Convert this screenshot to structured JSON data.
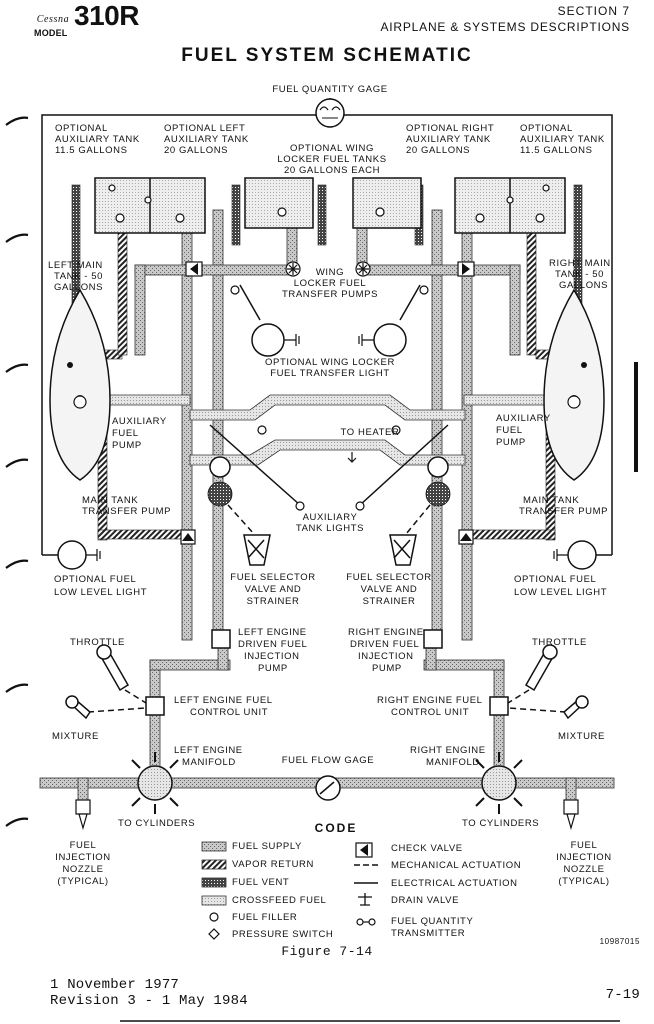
{
  "header": {
    "brand": "Cessna",
    "model_word": "MODEL",
    "model_number": "310R",
    "section": "SECTION 7",
    "section_title": "AIRPLANE & SYSTEMS DESCRIPTIONS"
  },
  "diagram": {
    "title": "FUEL SYSTEM SCHEMATIC",
    "labels": {
      "fuel_quantity_gage": "FUEL QUANTITY GAGE",
      "opt_aux_left_1": "OPTIONAL",
      "opt_aux_left_2": "AUXILIARY TANK",
      "opt_aux_left_3": "11.5 GALLONS",
      "opt_left_aux_1": "OPTIONAL LEFT",
      "opt_left_aux_2": "AUXILIARY TANK",
      "opt_left_aux_3": "20 GALLONS",
      "wing_locker_1": "OPTIONAL WING",
      "wing_locker_2": "LOCKER FUEL TANKS",
      "wing_locker_3": "20 GALLONS EACH",
      "opt_right_aux_1": "OPTIONAL RIGHT",
      "opt_right_aux_2": "AUXILIARY TANK",
      "opt_right_aux_3": "20 GALLONS",
      "opt_aux_right_1": "OPTIONAL",
      "opt_aux_right_2": "AUXILIARY TANK",
      "opt_aux_right_3": "11.5 GALLONS",
      "left_main_1": "LEFT MAIN",
      "left_main_2": "TANK - 50",
      "left_main_3": "GALLONS",
      "right_main_1": "RIGHT MAIN",
      "right_main_2": "TANK - 50",
      "right_main_3": "GALLONS",
      "wing_pumps_1": "WING",
      "wing_pumps_2": "LOCKER FUEL",
      "wing_pumps_3": "TRANSFER PUMPS",
      "wl_light_1": "OPTIONAL WING LOCKER",
      "wl_light_2": "FUEL TRANSFER LIGHT",
      "aux_pump_l_1": "AUXILIARY",
      "aux_pump_l_2": "FUEL",
      "aux_pump_l_3": "PUMP",
      "aux_pump_r_1": "AUXILIARY",
      "aux_pump_r_2": "FUEL",
      "aux_pump_r_3": "PUMP",
      "to_heater": "TO HEATER",
      "main_xfer_l_1": "MAIN TANK",
      "main_xfer_l_2": "TRANSFER PUMP",
      "main_xfer_r_1": "MAIN TANK",
      "main_xfer_r_2": "TRANSFER PUMP",
      "aux_lights_1": "AUXILIARY",
      "aux_lights_2": "TANK LIGHTS",
      "low_level_l_1": "OPTIONAL FUEL",
      "low_level_l_2": "LOW LEVEL LIGHT",
      "low_level_r_1": "OPTIONAL FUEL",
      "low_level_r_2": "LOW LEVEL LIGHT",
      "selector_l_1": "FUEL SELECTOR",
      "selector_l_2": "VALVE AND",
      "selector_l_3": "STRAINER",
      "selector_r_1": "FUEL SELECTOR",
      "selector_r_2": "VALVE AND",
      "selector_r_3": "STRAINER",
      "throttle_l": "THROTTLE",
      "throttle_r": "THROTTLE",
      "lpump_1": "LEFT ENGINE",
      "lpump_2": "DRIVEN FUEL",
      "lpump_3": "INJECTION",
      "lpump_4": "PUMP",
      "rpump_1": "RIGHT ENGINE",
      "rpump_2": "DRIVEN FUEL",
      "rpump_3": "INJECTION",
      "rpump_4": "PUMP",
      "lfcu_1": "LEFT ENGINE FUEL",
      "lfcu_2": "CONTROL UNIT",
      "rfcu_1": "RIGHT ENGINE FUEL",
      "rfcu_2": "CONTROL UNIT",
      "mixture_l": "MIXTURE",
      "mixture_r": "MIXTURE",
      "lman_1": "LEFT ENGINE",
      "lman_2": "MANIFOLD",
      "rman_1": "RIGHT ENGINE",
      "rman_2": "MANIFOLD",
      "fuel_flow_gage": "FUEL FLOW GAGE",
      "to_cyl_l": "TO CYLINDERS",
      "to_cyl_r": "TO CYLINDERS",
      "nozzle_l_1": "FUEL",
      "nozzle_l_2": "INJECTION",
      "nozzle_l_3": "NOZZLE",
      "nozzle_l_4": "(TYPICAL)",
      "nozzle_r_1": "FUEL",
      "nozzle_r_2": "INJECTION",
      "nozzle_r_3": "NOZZLE",
      "nozzle_r_4": "(TYPICAL)"
    }
  },
  "legend": {
    "title": "CODE",
    "items": [
      "FUEL SUPPLY",
      "VAPOR RETURN",
      "FUEL VENT",
      "CROSSFEED FUEL",
      "FUEL FILLER",
      "PRESSURE SWITCH",
      "CHECK VALVE",
      "MECHANICAL ACTUATION",
      "ELECTRICAL ACTUATION",
      "DRAIN VALVE",
      "FUEL QUANTITY",
      "TRANSMITTER"
    ]
  },
  "figure": {
    "number": "10987015",
    "caption": "Figure 7-14"
  },
  "footer": {
    "date_line": "1 November 1977",
    "revision_line": "Revision 3 - 1 May 1984",
    "page": "7-19"
  }
}
